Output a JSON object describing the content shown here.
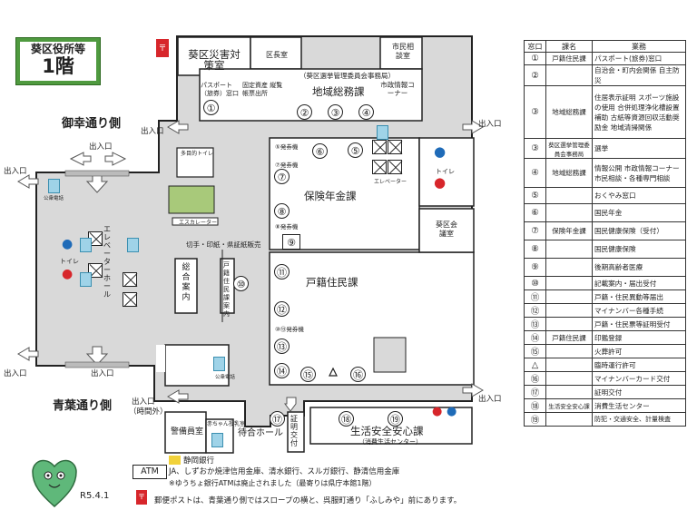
{
  "header": {
    "subtitle": "葵区役所等",
    "floor": "1階",
    "date": "R5.4.1"
  },
  "streets": {
    "top": "御幸通り側",
    "bottom": "青葉通り側"
  },
  "entries": {
    "e1": "出入口",
    "e2": "出入口",
    "e3": "出入口",
    "e4": "出入口",
    "e5": "出入口",
    "e6": "出入口",
    "e7": "出入口",
    "e8": "出入口",
    "bottom_sub": "（時間外）"
  },
  "rooms": {
    "disaster": "葵区災害対策室",
    "kucho": "区長室",
    "council": "市民相談室",
    "election": "（葵区選挙管理委員会事務局）",
    "area_affairs": "地域総務課",
    "info_corner": "市政情報コーナー",
    "passport": "パスポート（旅券）窓口",
    "fixed_asset": "固定資産 縦覧帳票出所",
    "insurance": "保険年金課",
    "registry": "戸籍住民課",
    "meeting": "葵区会議室",
    "guide": "総合案内",
    "stamp": "切手・印紙・県証紙販売",
    "registry_info": "戸籍住民課案内",
    "guard": "警備員室",
    "waiting": "待合ホール",
    "baby": "赤ちゃん授乳室",
    "safety": "生活安全安心課",
    "consumer": "（消費生活センター）",
    "id_issue": "証明交付",
    "elevator_hall": "エレベーターホール",
    "multi_toilet": "多目的トイレ",
    "escalator": "エスカレーター",
    "toilet": "トイレ",
    "elevator": "エレベーター",
    "public_phone": "公衆電話",
    "window_num": "⑦発券機",
    "ticket": "⑤発券機",
    "ticket2": "⑧発券機",
    "ticket3": "⑩⑬発券機"
  },
  "legend": {
    "atm_label": "ATM",
    "bank": "静岡銀行",
    "atm_banks": "JA、しずおか焼津信用金庫、清水銀行、スルガ銀行、静清信用金庫",
    "atm_note": "※ゆうちょ銀行ATMは廃止されました（最寄りは県庁本館1階）",
    "post": "郵便ポストは、青葉通り側ではスロープの横と、呉服町通り「ふしみや」前にあります。"
  },
  "table": {
    "headers": [
      "窓口",
      "課名",
      "業務"
    ],
    "rows": [
      {
        "n": "①",
        "dept": "戸籍住民課",
        "task": "パスポート(旅券)窓口"
      },
      {
        "n": "②",
        "dept": "",
        "task": "自治会・町内会関係 自主防災"
      },
      {
        "n": "③",
        "dept": "地域総務課",
        "task": "住居表示証明 スポーツ施設の使用 合併処理浄化槽設置補助 古紙等資源回収活動奨励金 地域清掃関係"
      },
      {
        "n": "③",
        "dept": "葵区選挙管理委員会事務局",
        "task": "選挙"
      },
      {
        "n": "④",
        "dept": "地域総務課",
        "task": "情報公開 市政情報コーナー 市民相談・各種専門相談"
      },
      {
        "n": "⑤",
        "dept": "",
        "task": "おくやみ窓口"
      },
      {
        "n": "⑥",
        "dept": "",
        "task": "国民年金"
      },
      {
        "n": "⑦",
        "dept": "保険年金課",
        "task": "国民健康保険（受付）"
      },
      {
        "n": "⑧",
        "dept": "",
        "task": "国民健康保険"
      },
      {
        "n": "⑨",
        "dept": "",
        "task": "後期高齢者医療"
      },
      {
        "n": "⑩",
        "dept": "",
        "task": "記載案内・届出受付"
      },
      {
        "n": "⑪",
        "dept": "",
        "task": "戸籍・住民異動等届出"
      },
      {
        "n": "⑫",
        "dept": "",
        "task": "マイナンバー各種手続"
      },
      {
        "n": "⑬",
        "dept": "",
        "task": "戸籍・住民票等証明受付"
      },
      {
        "n": "⑭",
        "dept": "戸籍住民課",
        "task": "印鑑登録"
      },
      {
        "n": "⑮",
        "dept": "",
        "task": "火葬許可"
      },
      {
        "n": "△",
        "dept": "",
        "task": "臨時運行許可"
      },
      {
        "n": "⑯",
        "dept": "",
        "task": "マイナンバーカード交付"
      },
      {
        "n": "⑰",
        "dept": "",
        "task": "証明交付"
      },
      {
        "n": "⑱",
        "dept": "生活安全安心課",
        "task": "消費生活センター"
      },
      {
        "n": "⑲",
        "dept": "",
        "task": "防犯・交通安全、計量検査"
      }
    ]
  },
  "circles": [
    "①",
    "②",
    "③",
    "④",
    "⑤",
    "⑥",
    "⑦",
    "⑧",
    "⑨",
    "⑩",
    "⑪",
    "⑫",
    "⑬",
    "⑭",
    "⑮",
    "△",
    "⑯",
    "⑰",
    "⑱",
    "⑲"
  ],
  "colors": {
    "brand_green": "#4f9a3f",
    "corridor": "#d9d9d9",
    "stair": "#a8c97a",
    "post_red": "#d7262b"
  }
}
